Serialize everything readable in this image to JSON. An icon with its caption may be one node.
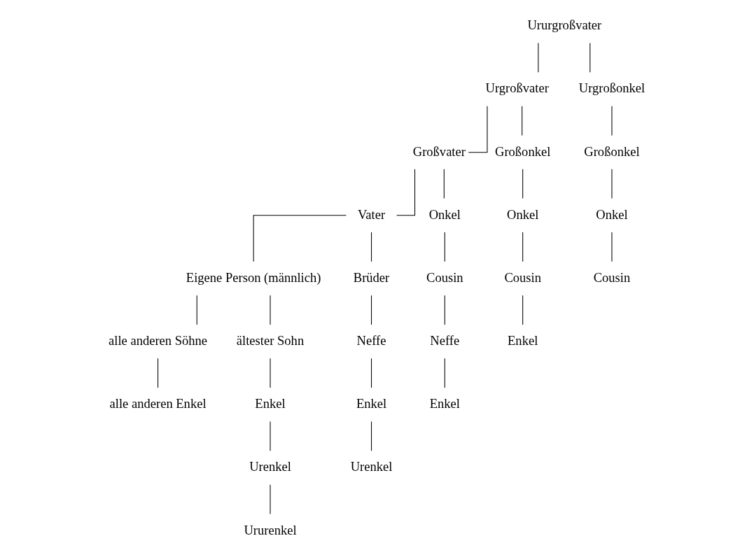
{
  "diagram": {
    "nodes": [
      {
        "text": [
          "Ururgroßvater"
        ]
      },
      {
        "text": [
          "Urgroßvater"
        ]
      },
      {
        "text": [
          "Urgroßonkel"
        ]
      },
      {
        "text": [
          "Großvater"
        ]
      },
      {
        "text": [
          "Großonkel"
        ]
      },
      {
        "text": [
          "Großonkel"
        ]
      },
      {
        "text": [
          "Vater"
        ]
      },
      {
        "text": [
          "Onkel"
        ]
      },
      {
        "text": [
          "Onkel"
        ]
      },
      {
        "text": [
          "Onkel"
        ]
      },
      {
        "text": [
          "Eigene Person (männlich)"
        ]
      },
      {
        "text": [
          "Brüder"
        ]
      },
      {
        "text": [
          "Cousin"
        ]
      },
      {
        "text": [
          "Cousin"
        ]
      },
      {
        "text": [
          "Cousin"
        ]
      },
      {
        "text": [
          "alle anderen Söhne"
        ]
      },
      {
        "text": [
          "ältester Sohn"
        ]
      },
      {
        "text": [
          "Neffe"
        ]
      },
      {
        "text": [
          "Neffe"
        ]
      },
      {
        "text": [
          "Enkel"
        ]
      },
      {
        "text": [
          "alle anderen Enkel"
        ]
      },
      {
        "text": [
          "Enkel"
        ]
      },
      {
        "text": [
          "Enkel"
        ]
      },
      {
        "text": [
          "Enkel"
        ]
      },
      {
        "text": [
          "Urenkel"
        ]
      },
      {
        "text": [
          "Urenkel"
        ]
      },
      {
        "text": [
          "Ururenkel"
        ]
      }
    ],
    "edges": [
      {
        "from": 0,
        "to": 1,
        "arrow": "none"
      },
      {
        "from": 0,
        "to": 2,
        "arrow": "none"
      },
      {
        "from": 1,
        "to": 3,
        "arrow": "none"
      },
      {
        "from": 1,
        "to": 4,
        "arrow": "none"
      },
      {
        "from": 2,
        "to": 5,
        "arrow": "none"
      },
      {
        "from": 3,
        "to": 6,
        "arrow": "none"
      },
      {
        "from": 3,
        "to": 7,
        "arrow": "none"
      },
      {
        "from": 4,
        "to": 8,
        "arrow": "none"
      },
      {
        "from": 5,
        "to": 9,
        "arrow": "none"
      },
      {
        "from": 6,
        "to": 10,
        "arrow": "none"
      },
      {
        "from": 6,
        "to": 11,
        "arrow": "none"
      },
      {
        "from": 7,
        "to": 12,
        "arrow": "none"
      },
      {
        "from": 8,
        "to": 13,
        "arrow": "none"
      },
      {
        "from": 9,
        "to": 14,
        "arrow": "none"
      },
      {
        "from": 10,
        "to": 15,
        "arrow": "none"
      },
      {
        "from": 10,
        "to": 16,
        "arrow": "none"
      },
      {
        "from": 11,
        "to": 17,
        "arrow": "none"
      },
      {
        "from": 12,
        "to": 18,
        "arrow": "none"
      },
      {
        "from": 13,
        "to": 19,
        "arrow": "none"
      },
      {
        "from": 15,
        "to": 20,
        "arrow": "none"
      },
      {
        "from": 16,
        "to": 21,
        "arrow": "none"
      },
      {
        "from": 17,
        "to": 22,
        "arrow": "none"
      },
      {
        "from": 18,
        "to": 23,
        "arrow": "none"
      },
      {
        "from": 21,
        "to": 24,
        "arrow": "none"
      },
      {
        "from": 22,
        "to": 25,
        "arrow": "none"
      },
      {
        "from": 24,
        "to": 26,
        "arrow": "none"
      }
    ]
  }
}
